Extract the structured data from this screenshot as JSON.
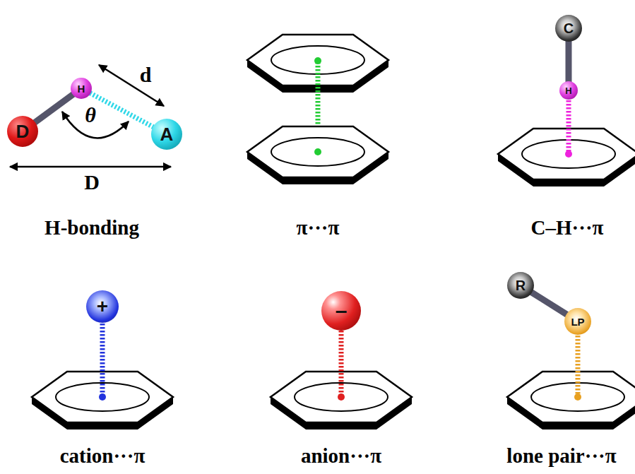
{
  "diagram": {
    "nodes": [
      {
        "text": [
          "D"
        ]
      },
      {
        "text": [
          "H"
        ]
      },
      {
        "text": [
          "A"
        ]
      },
      {
        "text": [
          "C"
        ]
      },
      {
        "text": [
          "H"
        ]
      },
      {
        "text": [
          "+"
        ]
      },
      {
        "text": [
          "–"
        ]
      },
      {
        "text": [
          "R"
        ]
      },
      {
        "text": [
          "LP"
        ]
      }
    ],
    "edges": [
      {
        "from": 0,
        "to": 1,
        "arrow": "none"
      },
      {
        "from": 1,
        "to": 2,
        "arrow": "none"
      },
      {
        "from": 3,
        "to": 4,
        "arrow": "none"
      },
      {
        "from": 7,
        "to": 8,
        "arrow": "none"
      }
    ],
    "labels": [
      "d",
      "θ",
      "D",
      "H-bonding",
      "π···π",
      "C–H···π",
      "cation···π",
      "anion···π",
      "lone pair···π"
    ]
  }
}
